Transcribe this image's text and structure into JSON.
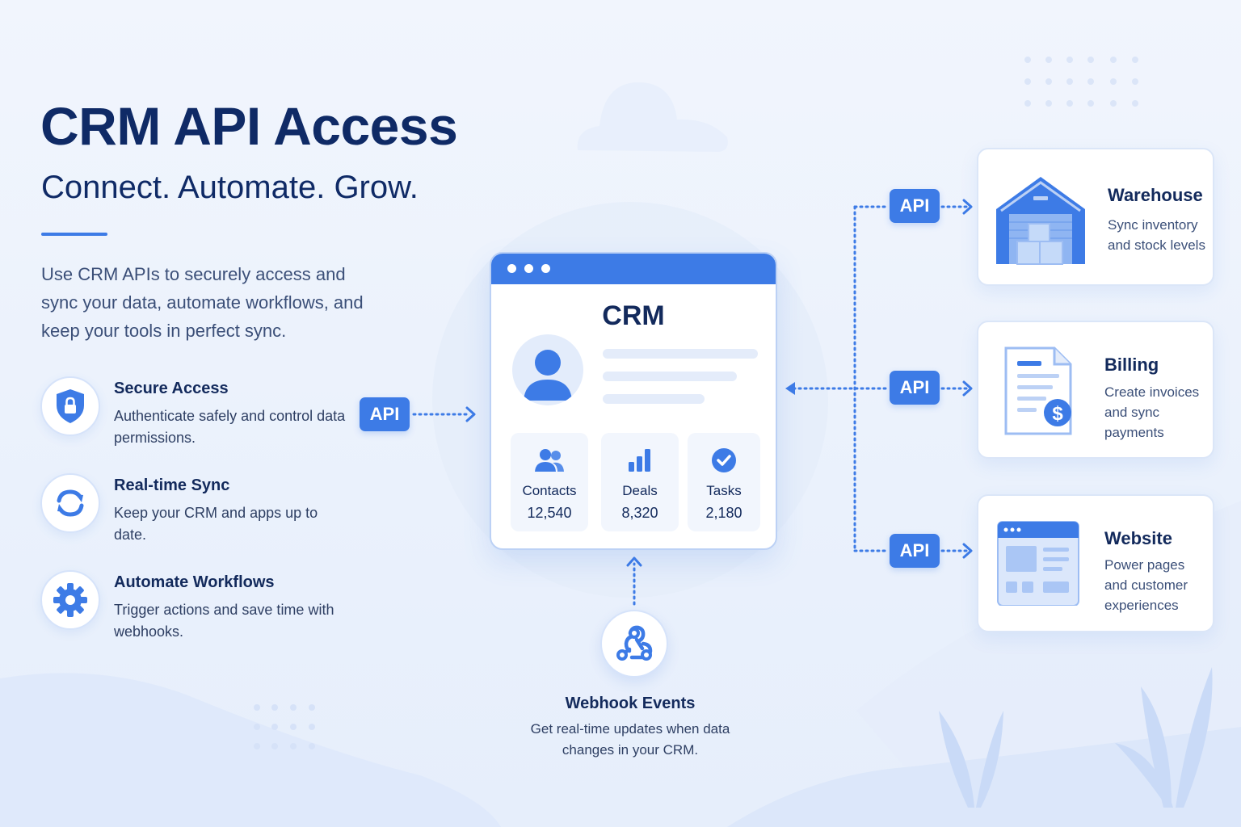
{
  "header": {
    "title": "CRM API Access",
    "subtitle": "Connect. Automate. Grow.",
    "intro": "Use CRM APIs to securely access and sync your data, automate workflows, and keep your tools in perfect sync."
  },
  "features": [
    {
      "title": "Secure Access",
      "description": "Authenticate safely and control data permissions.",
      "icon": "shield-lock-icon"
    },
    {
      "title": "Real-time Sync",
      "description": "Keep your CRM and apps up to date.",
      "icon": "sync-arrows-icon"
    },
    {
      "title": "Automate Workflows",
      "description": "Trigger actions and save time with webhooks.",
      "icon": "gear-icon"
    }
  ],
  "api_label": "API",
  "crm": {
    "title": "CRM",
    "stats": [
      {
        "label": "Contacts",
        "value": "12,540",
        "icon": "people-icon"
      },
      {
        "label": "Deals",
        "value": "8,320",
        "icon": "bar-chart-icon"
      },
      {
        "label": "Tasks",
        "value": "2,180",
        "icon": "check-circle-icon"
      }
    ]
  },
  "integrations": [
    {
      "title": "Warehouse",
      "description": "Sync inventory and stock levels",
      "icon": "warehouse-icon"
    },
    {
      "title": "Billing",
      "description": "Create invoices and sync payments",
      "icon": "invoice-icon"
    },
    {
      "title": "Website",
      "description": "Power pages and customer experiences",
      "icon": "browser-window-icon"
    }
  ],
  "webhook": {
    "title": "Webhook Events",
    "description": "Get real-time updates when data changes in your CRM.",
    "icon": "webhook-icon"
  },
  "colors": {
    "accent": "#3d7be6",
    "heading": "#0f2a66",
    "background": "#eef3fc"
  }
}
